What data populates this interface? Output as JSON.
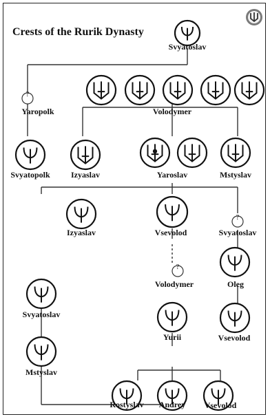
{
  "title": "Crests of the Rurik Dynasty",
  "nodes": {
    "svyatoslav_top": "Svyatoslav",
    "yaropolk_unknown": "?",
    "yaropolk": "Yaropolk",
    "volodymer_top": "Volodymer",
    "svyatopolk": "Svyatopolk",
    "izyaslav_1": "Izyaslav",
    "yaroslav": "Yaroslav",
    "mstyslav_1": "Mstyslav",
    "izyaslav_2": "Izyaslav",
    "vsevolod_1": "Vsevolod",
    "svyatoslav_mid_unknown": "?",
    "svyatoslav_mid": "Svyatoslav",
    "volodymer_mid_unknown": "?",
    "volodymer_mid": "Volodymer",
    "oleg": "Oleg",
    "svyatoslav_low": "Svyatoslav",
    "yurii": "Yurii",
    "vsevolod_2": "Vsevolod",
    "mstyslav_2": "Mstyslav",
    "rostyslav": "Rostyslav",
    "andrey": "Andrey",
    "vsevolod_3": "Vsevolod"
  },
  "icons": {
    "corner_logo": "trident-emblem-icon",
    "svyatoslav_top": "bident-crest-icon",
    "volodymer_top": "trident-crest-icon",
    "svyatopolk": "bident-crest-icon",
    "izyaslav_1": "trident-crest-icon",
    "yaroslav": "trident-crest-icon",
    "mstyslav_1": "trident-crest-icon",
    "izyaslav_2": "bident-crest-icon",
    "vsevolod_1": "bident-crest-icon",
    "oleg": "bident-crest-icon",
    "svyatoslav_low": "bident-crest-icon",
    "yurii": "bident-crest-icon",
    "vsevolod_2": "bident-crest-icon",
    "mstyslav_2": "bident-crest-icon",
    "rostyslav": "bident-crest-icon",
    "andrey": "bident-crest-icon",
    "vsevolod_3": "bident-crest-icon"
  }
}
